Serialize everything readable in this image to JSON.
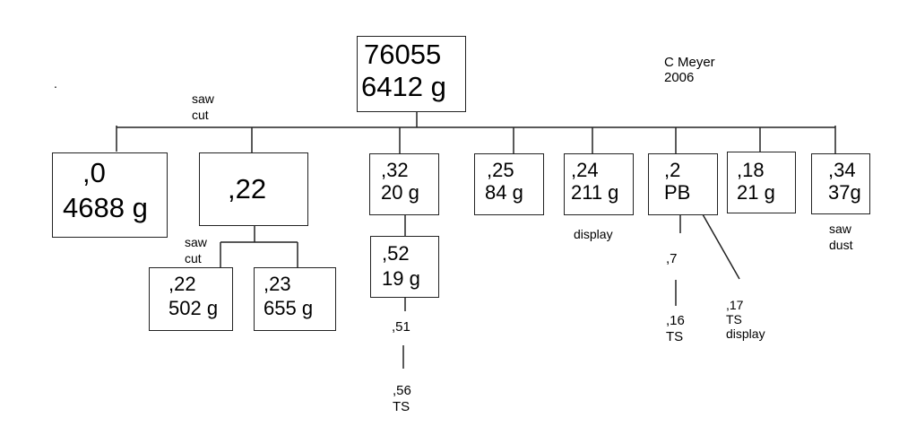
{
  "author": {
    "name": "C Meyer",
    "year": "2006"
  },
  "root": {
    "id": "76055",
    "weight": "6412 g"
  },
  "root_split_label": [
    "saw",
    "cut"
  ],
  "children": [
    {
      "id": ",0",
      "weight": "4688 g"
    },
    {
      "id": ",22"
    },
    {
      "id": ",32",
      "weight": "20 g"
    },
    {
      "id": ",25",
      "weight": "84 g"
    },
    {
      "id": ",24",
      "weight": "211 g",
      "note": "display"
    },
    {
      "id": ",2",
      "weight": "PB"
    },
    {
      "id": ",18",
      "weight": "21 g"
    },
    {
      "id": ",34",
      "weight": "37g",
      "note": [
        "saw",
        "dust"
      ]
    }
  ],
  "sub22": {
    "split_label": [
      "saw",
      "cut"
    ],
    "children": [
      {
        "id": ",22",
        "weight": "502 g"
      },
      {
        "id": ",23",
        "weight": "655 g"
      }
    ]
  },
  "sub32": {
    "child": {
      "id": ",52",
      "weight": "19 g"
    },
    "next": ",51",
    "leaf": [
      ",56",
      "TS"
    ]
  },
  "sub2": {
    "mid": ",7",
    "leaf": [
      ",16",
      "TS"
    ],
    "diag_leaf": [
      ",17",
      "TS",
      "display"
    ]
  },
  "dot": "."
}
